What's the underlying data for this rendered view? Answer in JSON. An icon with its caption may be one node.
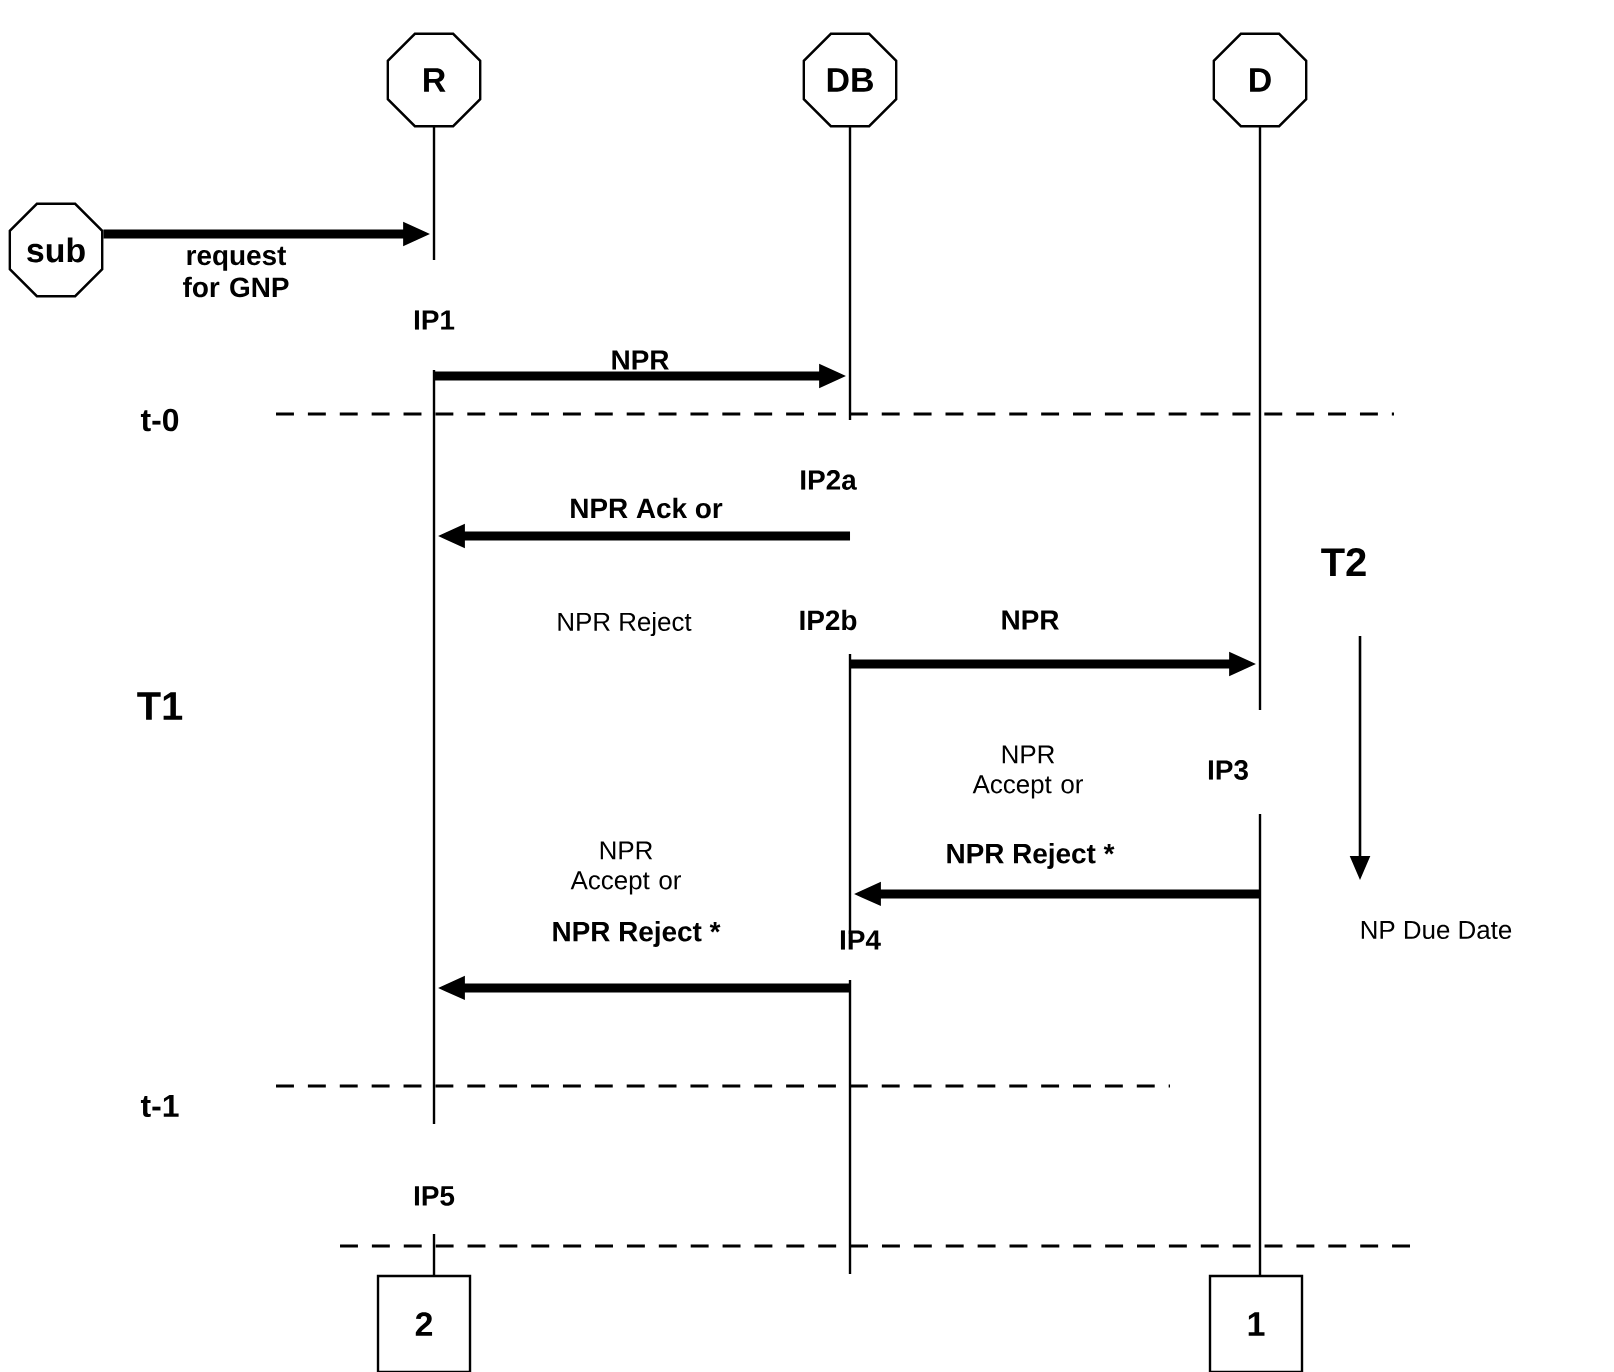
{
  "diagram": {
    "nodes": [
      {
        "text": [
          "R"
        ]
      },
      {
        "text": [
          "DB"
        ]
      },
      {
        "text": [
          "D"
        ]
      },
      {
        "text": [
          "sub"
        ]
      },
      {
        "text": [
          "2"
        ]
      },
      {
        "text": [
          "1"
        ]
      }
    ],
    "edges": [
      {
        "from": 3,
        "to": 0,
        "arrow": "to",
        "label": "request for GNP"
      },
      {
        "from": 0,
        "to": 1,
        "arrow": "to",
        "label": "NPR"
      },
      {
        "from": 1,
        "to": 0,
        "arrow": "to",
        "label": "NPR Ack or"
      },
      {
        "from": 1,
        "to": 2,
        "arrow": "to",
        "label": "NPR"
      },
      {
        "from": 2,
        "to": 1,
        "arrow": "to",
        "label": "NPR Reject *"
      },
      {
        "from": 1,
        "to": 0,
        "arrow": "to",
        "label": "NPR Reject *"
      }
    ],
    "labels": [
      "IP1",
      "t-0",
      "IP2a",
      "T2",
      "NPR Reject",
      "IP2b",
      "T1",
      "NPR Accept or",
      "IP3",
      "NPR Accept or",
      "NP Due Date",
      "IP4",
      "t-1",
      "IP5"
    ]
  }
}
